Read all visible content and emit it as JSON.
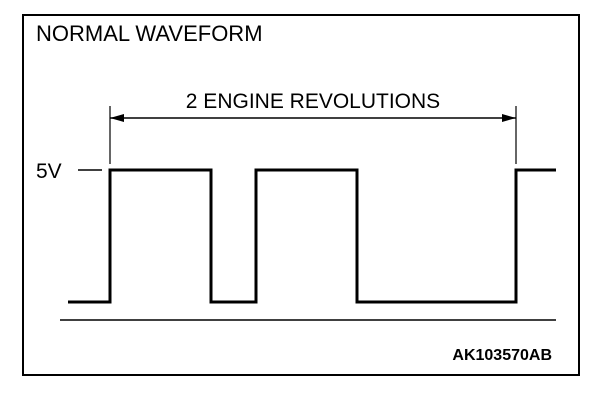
{
  "diagram": {
    "title": "NORMAL WAVEFORM",
    "span_label": "2 ENGINE REVOLUTIONS",
    "voltage_label": "5V",
    "figure_code": "AK103570AB",
    "colors": {
      "line": "#000000",
      "background": "#ffffff"
    }
  }
}
